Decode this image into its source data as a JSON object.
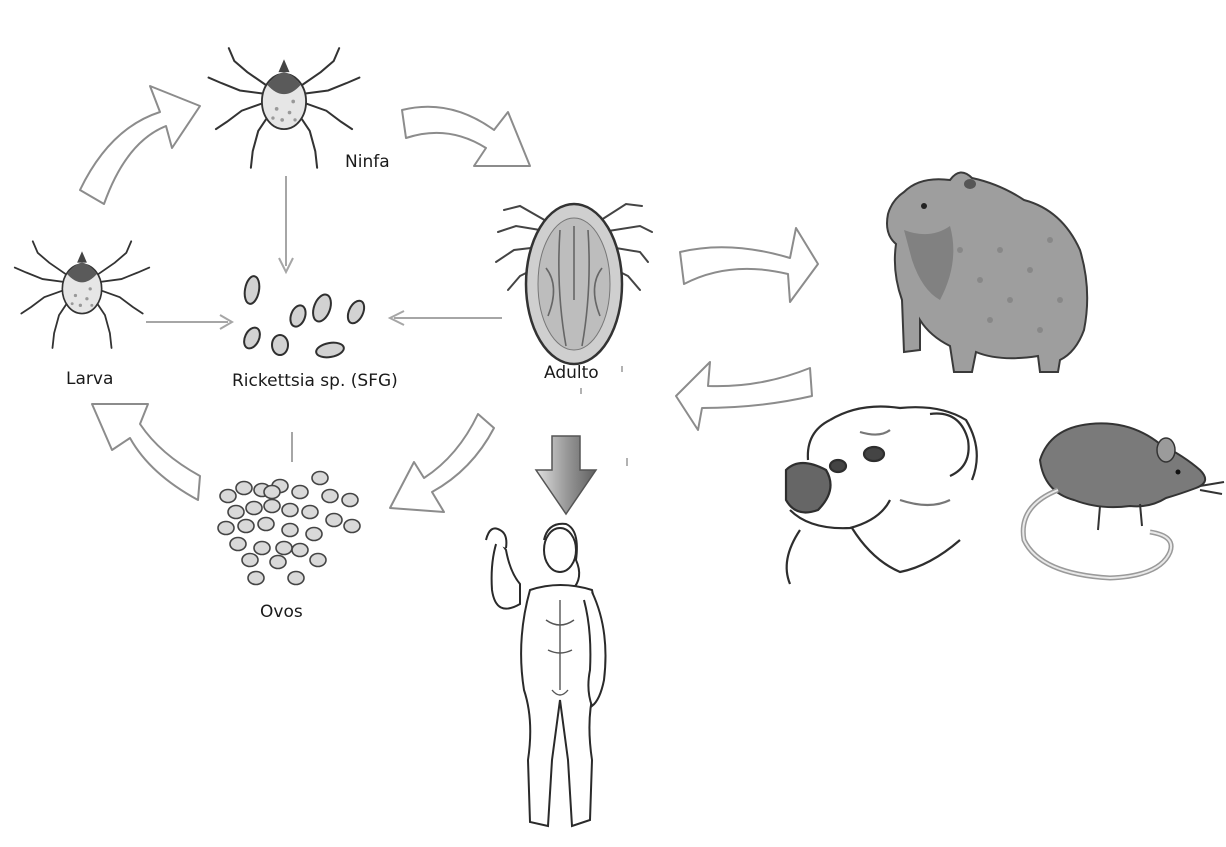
{
  "labels": {
    "ninfa": "Ninfa",
    "larva": "Larva",
    "rickettsia": "Rickettsia sp. (SFG)",
    "adulto": "Adulto",
    "ovos": "Ovos"
  },
  "icons": [
    "tick-nymph-icon",
    "tick-larva-icon",
    "tick-adult-icon",
    "rickettsia-bacteria-icon",
    "eggs-icon",
    "capybara-icon",
    "dog-icon",
    "rat-icon",
    "human-icon"
  ],
  "colors": {
    "stroke": "#8c8c8c",
    "fill": "#ffffff",
    "ink": "#2b2b2b",
    "shade": "#b9b9b9"
  }
}
